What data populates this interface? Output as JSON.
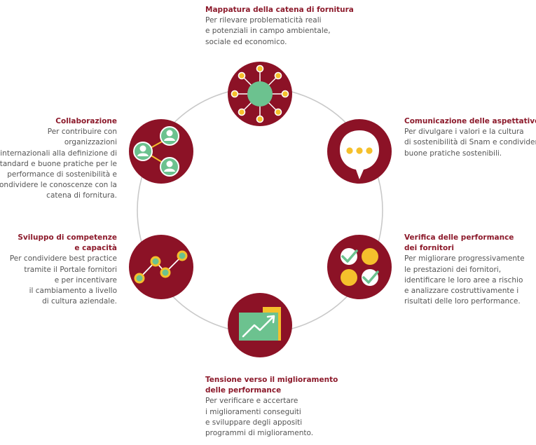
{
  "colors": {
    "maroon": "#8c1226",
    "title": "#8c1a2b",
    "green": "#6cc28f",
    "yellow": "#f5c02c",
    "ring": "#c9c9c9"
  },
  "steps": [
    {
      "id": "mappatura",
      "icon": "network-hub-icon",
      "title_lines": [
        "Mappatura della catena di fornitura"
      ],
      "desc_lines": [
        "Per rilevare problematicità reali",
        "e potenziali in campo ambientale,",
        "sociale ed economico."
      ]
    },
    {
      "id": "comunicazione",
      "icon": "speech-bubble-icon",
      "title_lines": [
        "Comunicazione delle aspettative"
      ],
      "desc_lines": [
        "Per divulgare i valori e la cultura",
        "di sostenibilità di Snam e condividere",
        "buone pratiche sostenibili."
      ]
    },
    {
      "id": "verifica",
      "icon": "checklist-icon",
      "title_lines": [
        "Verifica delle performance",
        "dei fornitori"
      ],
      "desc_lines": [
        "Per migliorare progressivamente",
        "le prestazioni dei fornitori,",
        "identificare le loro aree a rischio",
        "e analizzare costruttivamente i",
        "risultati delle loro performance."
      ]
    },
    {
      "id": "tensione",
      "icon": "trend-folder-icon",
      "title_lines": [
        "Tensione verso il miglioramento",
        "delle performance"
      ],
      "desc_lines": [
        "Per verificare e accertare",
        "i miglioramenti conseguiti",
        "e sviluppare degli appositi",
        "programmi di miglioramento."
      ]
    },
    {
      "id": "sviluppo",
      "icon": "growth-path-icon",
      "title_lines": [
        "Sviluppo di competenze",
        "e capacità"
      ],
      "desc_lines": [
        "Per condividere best practice",
        "tramite il Portale fornitori",
        "e per incentivare",
        "il cambiamento a livello",
        "di cultura aziendale."
      ]
    },
    {
      "id": "collaborazione",
      "icon": "people-network-icon",
      "title_lines": [
        "Collaborazione"
      ],
      "desc_lines": [
        "Per contribuire con",
        "organizzazioni",
        "internazionali alla definizione di",
        "standard e buone pratiche per le",
        "performance di sostenibilità e",
        "condividere le conoscenze con la",
        "catena di fornitura."
      ]
    }
  ]
}
